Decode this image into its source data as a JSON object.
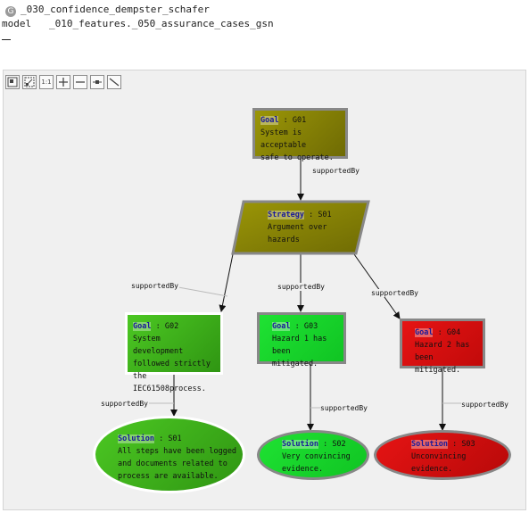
{
  "header": {
    "icon": "g-circle-icon",
    "icon_letter": "G",
    "title": "_030_confidence_dempster_schafer",
    "model_keyword": "model",
    "model_path": "_010_features._050_assurance_cases_gsn"
  },
  "toolbar": [
    {
      "name": "fit-view-icon"
    },
    {
      "name": "shrink-icon"
    },
    {
      "name": "actual-size-icon",
      "label": "1:1"
    },
    {
      "name": "zoom-in-icon"
    },
    {
      "name": "zoom-out-icon"
    },
    {
      "name": "fit-width-icon"
    },
    {
      "name": "draw-edge-icon"
    }
  ],
  "colors": {
    "olive": "#8f8a06",
    "green": "#3db31b",
    "bright_green": "#17d42a",
    "red": "#d60e0e",
    "border_gray": "#888888",
    "canvas": "#f0f0f0"
  },
  "nodes": {
    "g01": {
      "kind": "Goal",
      "id": "G01",
      "text": "System is acceptable\nsafe to operate."
    },
    "s01_strategy": {
      "kind": "Strategy",
      "id": "S01",
      "text": "Argument over\nhazards"
    },
    "g02": {
      "kind": "Goal",
      "id": "G02",
      "text": "System development\nfollowed strictly\nthe IEC61508process."
    },
    "g03": {
      "kind": "Goal",
      "id": "G03",
      "text": "Hazard 1 has\nbeen mitigated."
    },
    "g04": {
      "kind": "Goal",
      "id": "G04",
      "text": "Hazard 2 has\nbeen mitigated."
    },
    "s01_solution": {
      "kind": "Solution",
      "id": "S01",
      "text": "All steps have been logged\nand documents related to\nprocess are available."
    },
    "s02": {
      "kind": "Solution",
      "id": "S02",
      "text": "Very convincing\nevidence."
    },
    "s03": {
      "kind": "Solution",
      "id": "S03",
      "text": "Unconvincing\nevidence."
    }
  },
  "edge_label": "supportedBy"
}
